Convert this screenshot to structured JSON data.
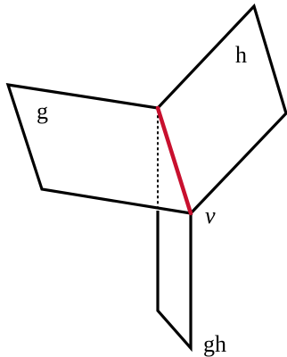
{
  "diagram": {
    "labels": {
      "plane_g": "g",
      "plane_h": "h",
      "vertex": "ν",
      "plane_gh": "gh"
    },
    "colors": {
      "stroke": "#000000",
      "highlight_edge": "#c8102e",
      "background": "#ffffff"
    }
  }
}
